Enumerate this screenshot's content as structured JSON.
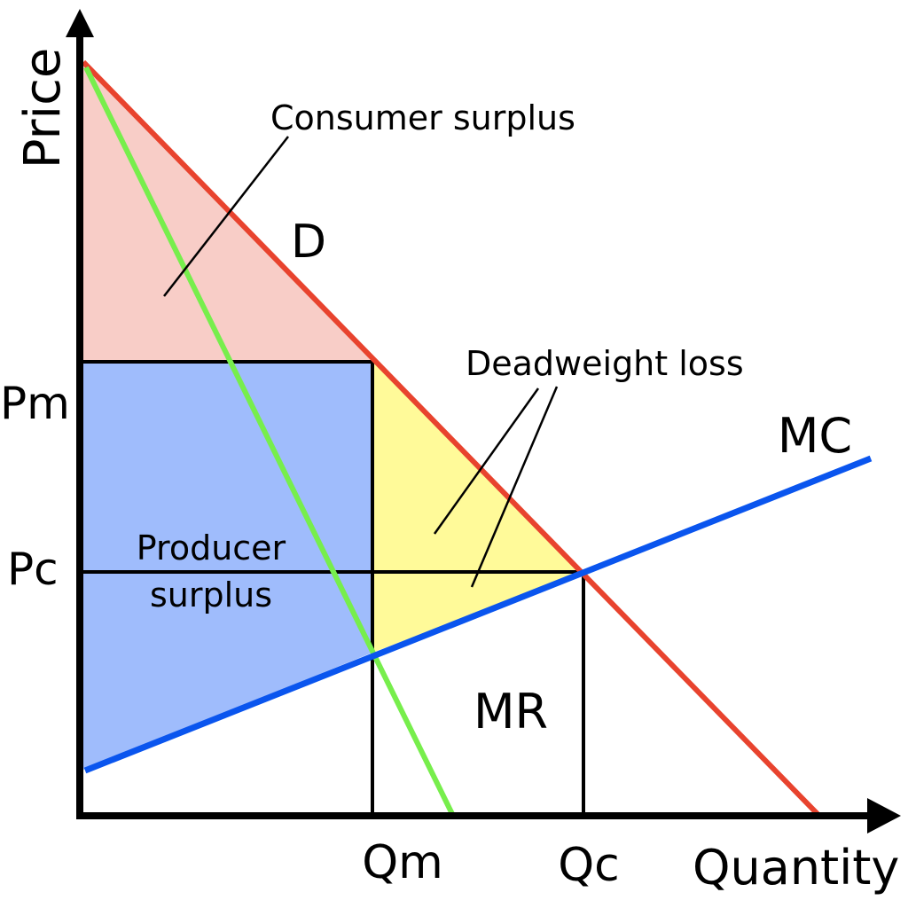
{
  "labels": {
    "price_axis": "Price",
    "quantity_axis": "Quantity",
    "demand": "D",
    "marginal_cost": "MC",
    "marginal_revenue": "MR",
    "monopoly_price": "Pm",
    "competitive_price": "Pc",
    "monopoly_quantity": "Qm",
    "competitive_quantity": "Qc",
    "consumer_surplus": "Consumer surplus",
    "producer_surplus_line1": "Producer",
    "producer_surplus_line2": "surplus",
    "deadweight_loss": "Deadweight loss"
  },
  "colors": {
    "demand": "#e8432e",
    "marginal_cost": "#0a55ee",
    "marginal_revenue": "#77ee4c",
    "consumer_surplus_fill": "#f8cdc7",
    "producer_surplus_fill": "#9fbcfc",
    "deadweight_loss_fill": "#fffa99",
    "axis": "#000000"
  }
}
